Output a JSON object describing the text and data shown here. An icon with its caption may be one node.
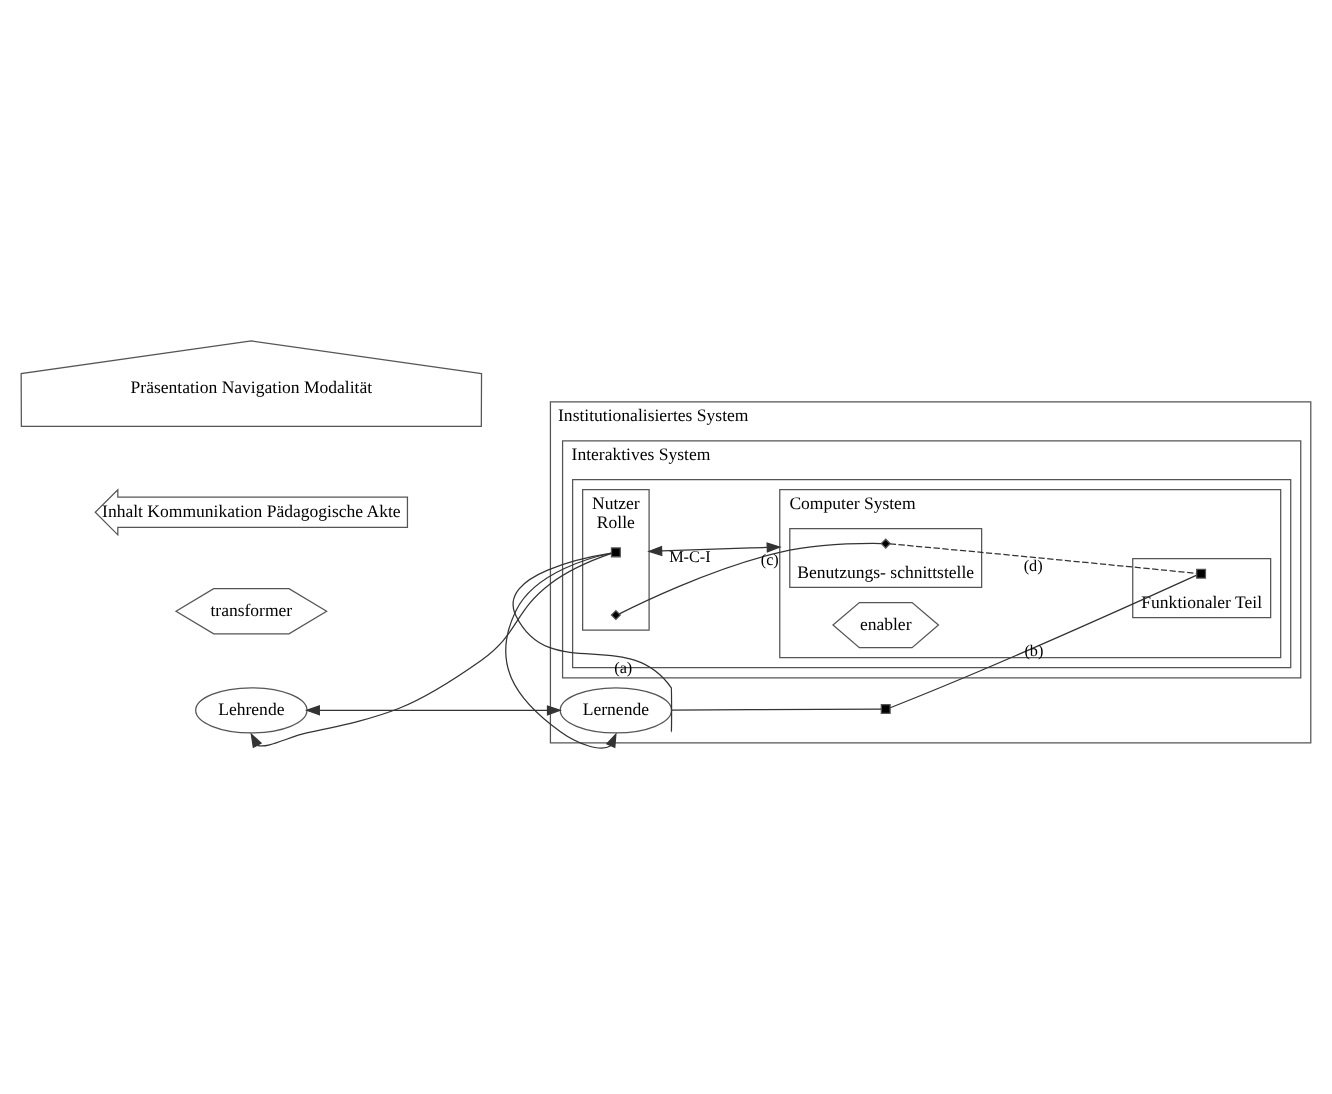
{
  "diagram": {
    "nodes": [
      {
        "text": [
          "Institutionalisiertes System"
        ]
      },
      {
        "text": [
          "Lehrende"
        ]
      },
      {
        "text": [
          "Lernende"
        ],
        "in": 0
      },
      {
        "text": [],
        "shape": "box",
        "in": 0
      },
      {
        "text": [
          "Interaktives System"
        ],
        "in": 0
      },
      {
        "text": [],
        "shape": "box",
        "in": 4
      },
      {
        "text": [
          "Nutzer",
          "Rolle"
        ],
        "in": 5
      },
      {
        "text": [],
        "shape": "box",
        "in": 6
      },
      {
        "text": [],
        "shape": "diamond",
        "in": 6
      },
      {
        "text": [
          "Computer System"
        ],
        "in": 5
      },
      {
        "text": [
          "Benutzungs- schnittstelle"
        ],
        "in": 9
      },
      {
        "text": [
          "enabler"
        ],
        "in": 9
      },
      {
        "text": [],
        "shape": "diamond",
        "in": 10
      },
      {
        "text": [
          "Funktionaler Teil"
        ],
        "in": 9
      },
      {
        "text": [],
        "shape": "box",
        "in": 13
      },
      {
        "text": [
          "transformer"
        ]
      },
      {
        "text": [
          "Inhalt Kommunikation Pädagogische Akte"
        ]
      },
      {
        "text": [
          "Präsentation Navigation Modalität"
        ]
      }
    ],
    "edges": [
      {
        "from": 1,
        "to": 2,
        "arrow": "both"
      },
      {
        "from": 2,
        "to": 3,
        "arrow": "none"
      },
      {
        "from": 3,
        "to": 14,
        "arrow": "none",
        "label": "(b)"
      },
      {
        "from": 7,
        "to": 1,
        "arrow": "to"
      },
      {
        "from": 7,
        "to": 2,
        "arrow": "to"
      },
      {
        "from": 7,
        "to": 2,
        "arrow": "none",
        "label": "(a)"
      },
      {
        "from": 6,
        "to": 9,
        "arrow": "both",
        "label": "M-C-I"
      },
      {
        "from": 8,
        "to": 12,
        "arrow": "none",
        "label": "(c)"
      },
      {
        "from": 12,
        "to": 14,
        "arrow": "none",
        "style": "dashed",
        "label": "(d)"
      }
    ]
  }
}
